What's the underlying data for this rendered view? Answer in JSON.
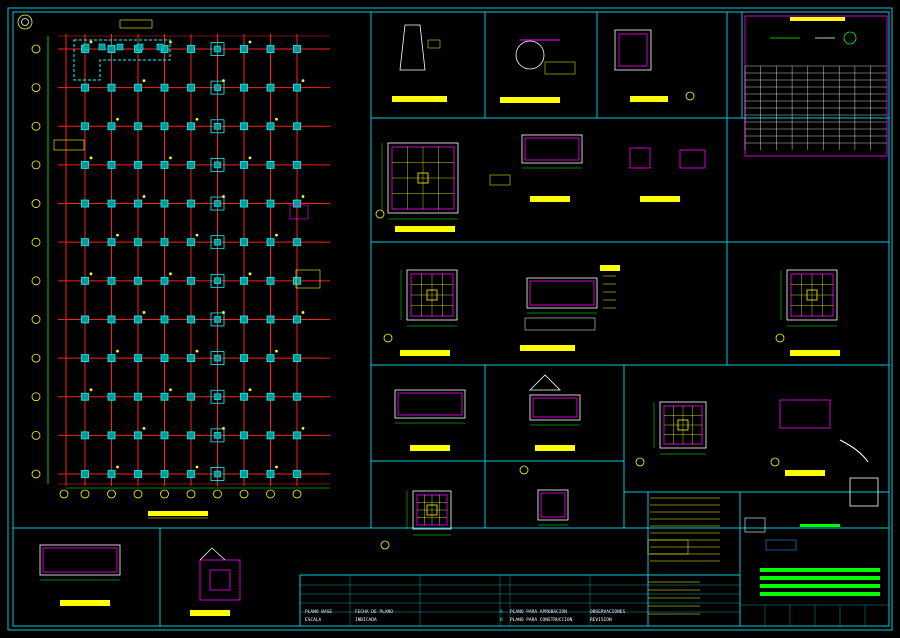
{
  "sheet": {
    "colors": {
      "background": "#000000",
      "frame": "#00c8d8",
      "grid_line": "#ff1e1e",
      "column": "#00ffff",
      "column_fill": "#009a9a",
      "tag": "#ffff00",
      "dim": "#00ff00",
      "white": "#ffffff",
      "magenta": "#ff00ff",
      "green": "#00ff00"
    },
    "plan": {
      "col_count": 9,
      "row_count": 12
    },
    "title_block": {
      "row1": [
        "PLANO BASE",
        "FECHA DE PLANO",
        "A",
        "PLANO PARA APROBACION",
        "OBSERVACIONES"
      ],
      "row2": [
        "ESCALA",
        "INDICADA",
        "B",
        "PLANO PARA CONSTRUCCION",
        "REVISION"
      ]
    },
    "icons": {
      "logo": "compass-logo-icon",
      "axis_marker": "grid-axis-bubble-icon"
    }
  }
}
